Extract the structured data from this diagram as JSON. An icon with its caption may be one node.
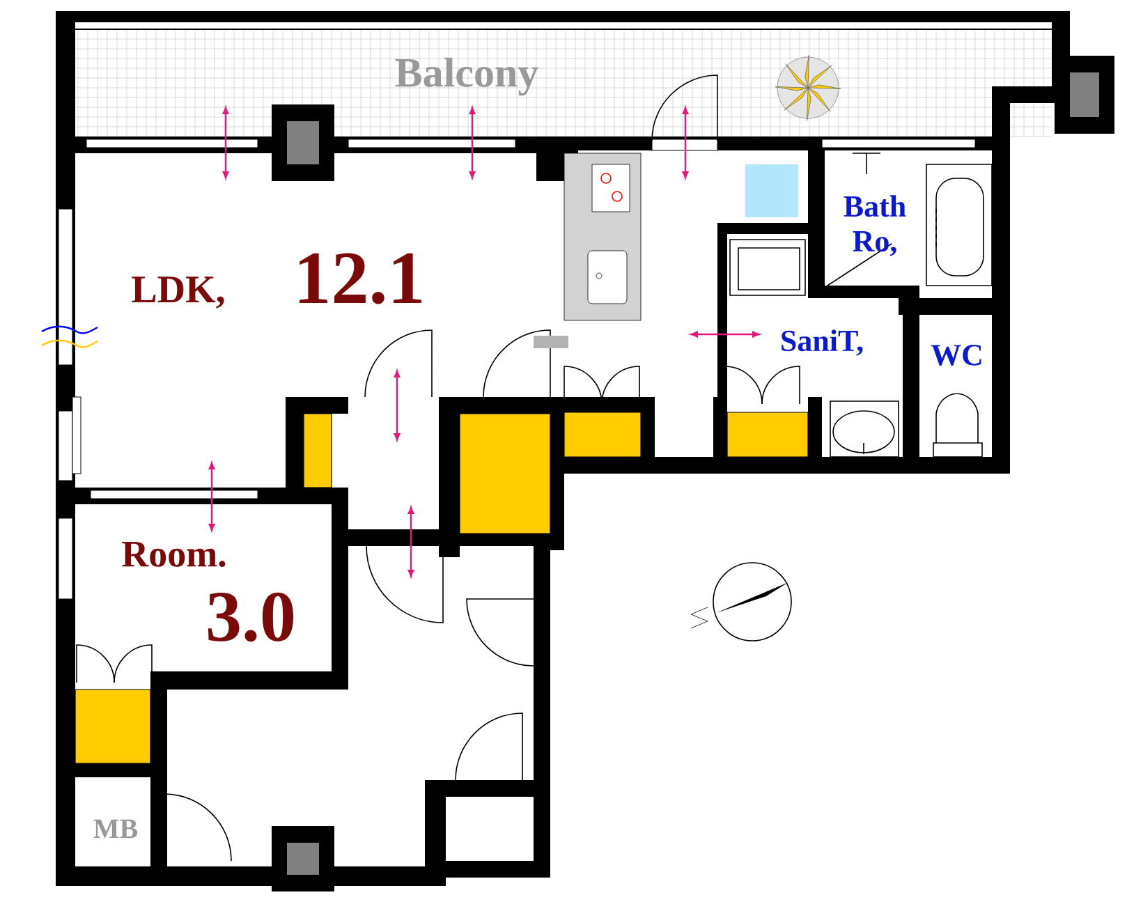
{
  "diagram": {
    "labels": [
      "Balcony",
      "LDK,",
      "12.1",
      "Bath Ro,",
      "SaniT,",
      "WC",
      "Room.",
      "3.0",
      "MB"
    ]
  }
}
